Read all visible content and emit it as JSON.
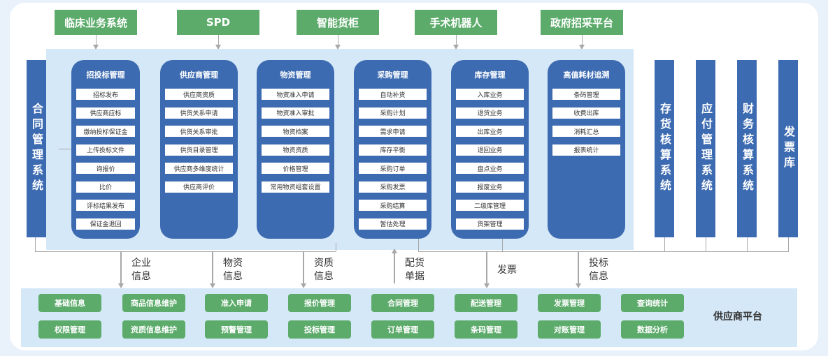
{
  "top_systems": [
    "临床业务系统",
    "SPD",
    "智能货柜",
    "手术机器人",
    "政府招采平台"
  ],
  "left_system": "合同管理系统",
  "right_systems": [
    "存货核算系统",
    "应付管理系统",
    "财务核算系统",
    "发票库"
  ],
  "modules": [
    {
      "title": "招投标管理",
      "items": [
        "招标发布",
        "供应商应标",
        "缴纳投标保证金",
        "上传投标文件",
        "询报价",
        "比价",
        "评标结果发布",
        "保证金退回"
      ]
    },
    {
      "title": "供应商管理",
      "items": [
        "供应商资质",
        "供货关系申请",
        "供货关系审批",
        "供货目录管理",
        "供应商多维度统计",
        "供应商评价"
      ]
    },
    {
      "title": "物资管理",
      "items": [
        "物资准入申请",
        "物资准入审批",
        "物资档案",
        "物资资质",
        "价格管理",
        "常用物资组套设置"
      ]
    },
    {
      "title": "采购管理",
      "items": [
        "自动补货",
        "采购计划",
        "需求申请",
        "库存平衡",
        "采购订单",
        "采购发票",
        "采购结算",
        "暂估处理"
      ]
    },
    {
      "title": "库存管理",
      "items": [
        "入库业务",
        "退货业务",
        "出库业务",
        "退回业务",
        "盘点业务",
        "报废业务",
        "二级库管理",
        "货架管理"
      ]
    },
    {
      "title": "高值耗材追溯",
      "items": [
        "条码管理",
        "收费出库",
        "消耗汇总",
        "报表统计"
      ]
    }
  ],
  "flows": [
    "企业信息",
    "物资信息",
    "资质信息",
    "配货单据",
    "发票",
    "投标信息"
  ],
  "supplier_platform": {
    "title": "供应商平台",
    "row1": [
      "基础信息",
      "商品信息维护",
      "准入申请",
      "报价管理",
      "合同管理",
      "配送管理",
      "发票管理",
      "查询统计"
    ],
    "row2": [
      "权限管理",
      "资质信息维护",
      "预警管理",
      "投标管理",
      "订单管理",
      "条码管理",
      "对账管理",
      "数据分析"
    ]
  }
}
